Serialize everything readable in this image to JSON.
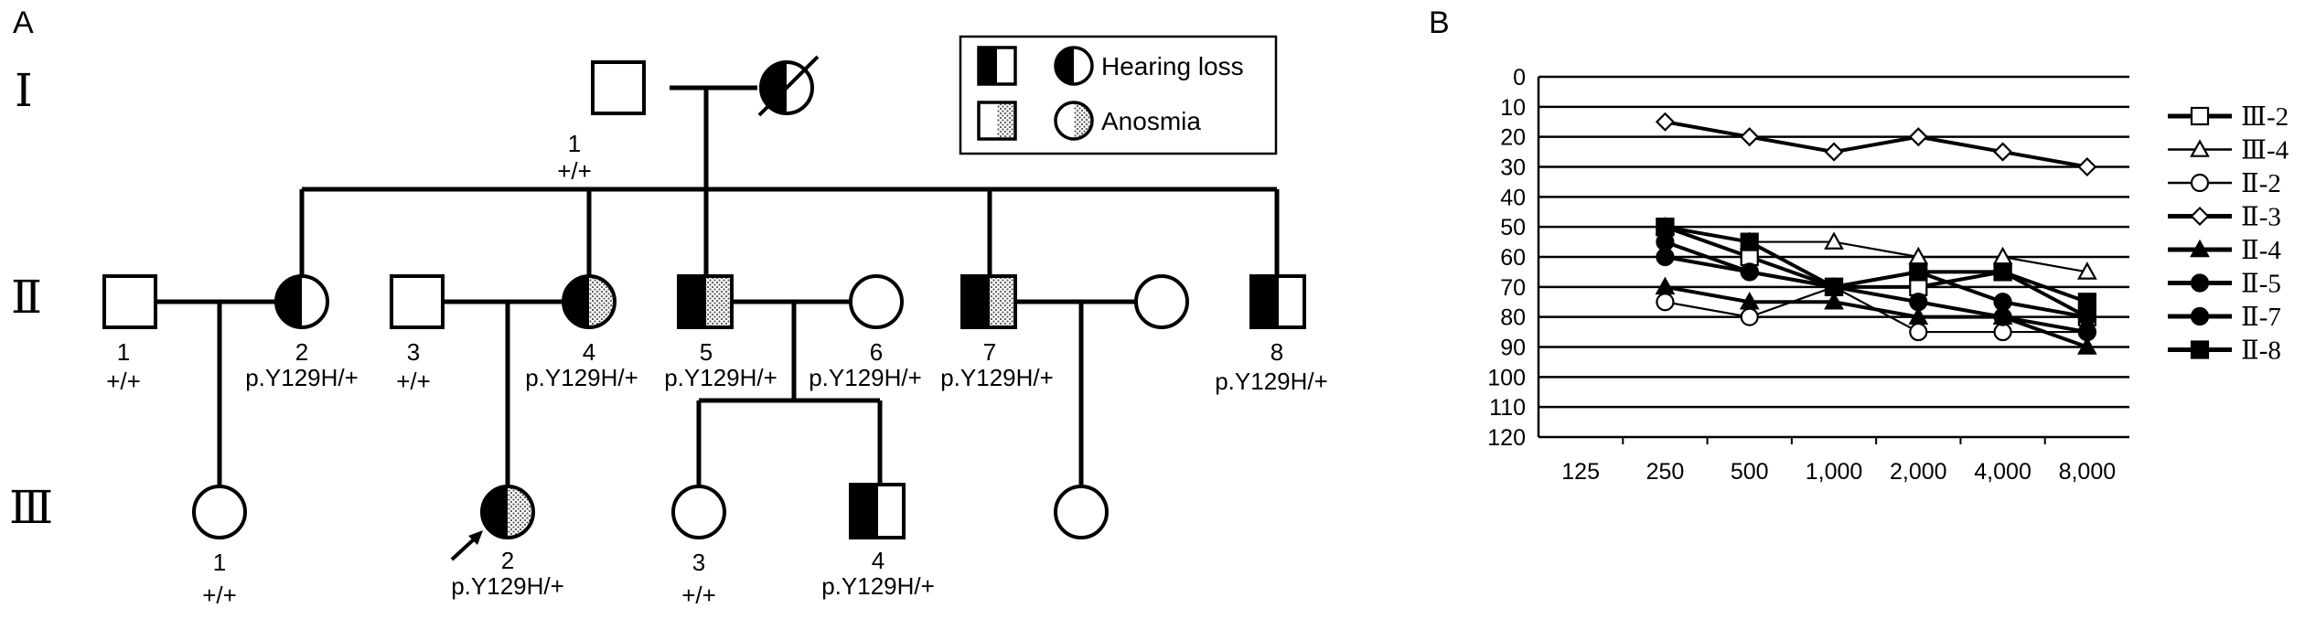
{
  "panel_a": {
    "label": "A",
    "legend": {
      "hearing_loss": "Hearing loss",
      "anosmia": "Anosmia"
    },
    "generations": [
      "Ⅰ",
      "Ⅱ",
      "Ⅲ"
    ],
    "individuals": {
      "I-1": {
        "number": "1",
        "genotype": "+/+"
      },
      "I-2": {
        "number": "",
        "genotype": ""
      },
      "II-1": {
        "number": "1",
        "genotype": "+/+"
      },
      "II-2": {
        "number": "2",
        "genotype": "p.Y129H/+"
      },
      "II-3": {
        "number": "3",
        "genotype": "+/+"
      },
      "II-4": {
        "number": "4",
        "genotype": "p.Y129H/+"
      },
      "II-5": {
        "number": "5",
        "genotype": "p.Y129H/+"
      },
      "II-6": {
        "number": "6",
        "genotype": "p.Y129H/+"
      },
      "II-7": {
        "number": "7",
        "genotype": "p.Y129H/+"
      },
      "II-8": {
        "number": "8",
        "genotype": "p.Y129H/+"
      },
      "III-1": {
        "number": "1",
        "genotype": "+/+"
      },
      "III-2": {
        "number": "2",
        "genotype": "p.Y129H/+"
      },
      "III-3": {
        "number": "3",
        "genotype": "+/+"
      },
      "III-4": {
        "number": "4",
        "genotype": "p.Y129H/+"
      }
    }
  },
  "panel_b": {
    "label": "B"
  },
  "chart_data": {
    "type": "line",
    "title": "",
    "xlabel": "",
    "ylabel": "",
    "x_categories": [
      "125",
      "250",
      "500",
      "1,000",
      "2,000",
      "4,000",
      "8,000"
    ],
    "y_tick_labels": [
      "0",
      "10",
      "20",
      "30",
      "40",
      "50",
      "60",
      "70",
      "80",
      "90",
      "100",
      "110",
      "120"
    ],
    "ylim": [
      0,
      120
    ],
    "y_inverted": true,
    "grid": "horizontal",
    "legend_position": "right",
    "series": [
      {
        "name": "Ⅲ-2",
        "marker": "square-open",
        "values": [
          null,
          50,
          60,
          70,
          70,
          65,
          80
        ]
      },
      {
        "name": "Ⅲ-4",
        "marker": "triangle-open",
        "values": [
          null,
          50,
          55,
          55,
          60,
          60,
          65
        ]
      },
      {
        "name": "Ⅱ-2",
        "marker": "circle-open",
        "values": [
          null,
          75,
          80,
          70,
          85,
          85,
          85
        ]
      },
      {
        "name": "Ⅱ-3",
        "marker": "diamond-open",
        "values": [
          null,
          15,
          20,
          25,
          20,
          25,
          30
        ]
      },
      {
        "name": "Ⅱ-4",
        "marker": "triangle-filled",
        "values": [
          null,
          70,
          75,
          75,
          80,
          80,
          90
        ]
      },
      {
        "name": "Ⅱ-5",
        "marker": "circle-filled",
        "values": [
          null,
          55,
          65,
          70,
          65,
          75,
          80
        ]
      },
      {
        "name": "Ⅱ-7",
        "marker": "circle-filled",
        "values": [
          null,
          60,
          65,
          70,
          75,
          80,
          85
        ]
      },
      {
        "name": "Ⅱ-8",
        "marker": "square-filled",
        "values": [
          null,
          50,
          55,
          70,
          65,
          65,
          75
        ]
      }
    ]
  }
}
